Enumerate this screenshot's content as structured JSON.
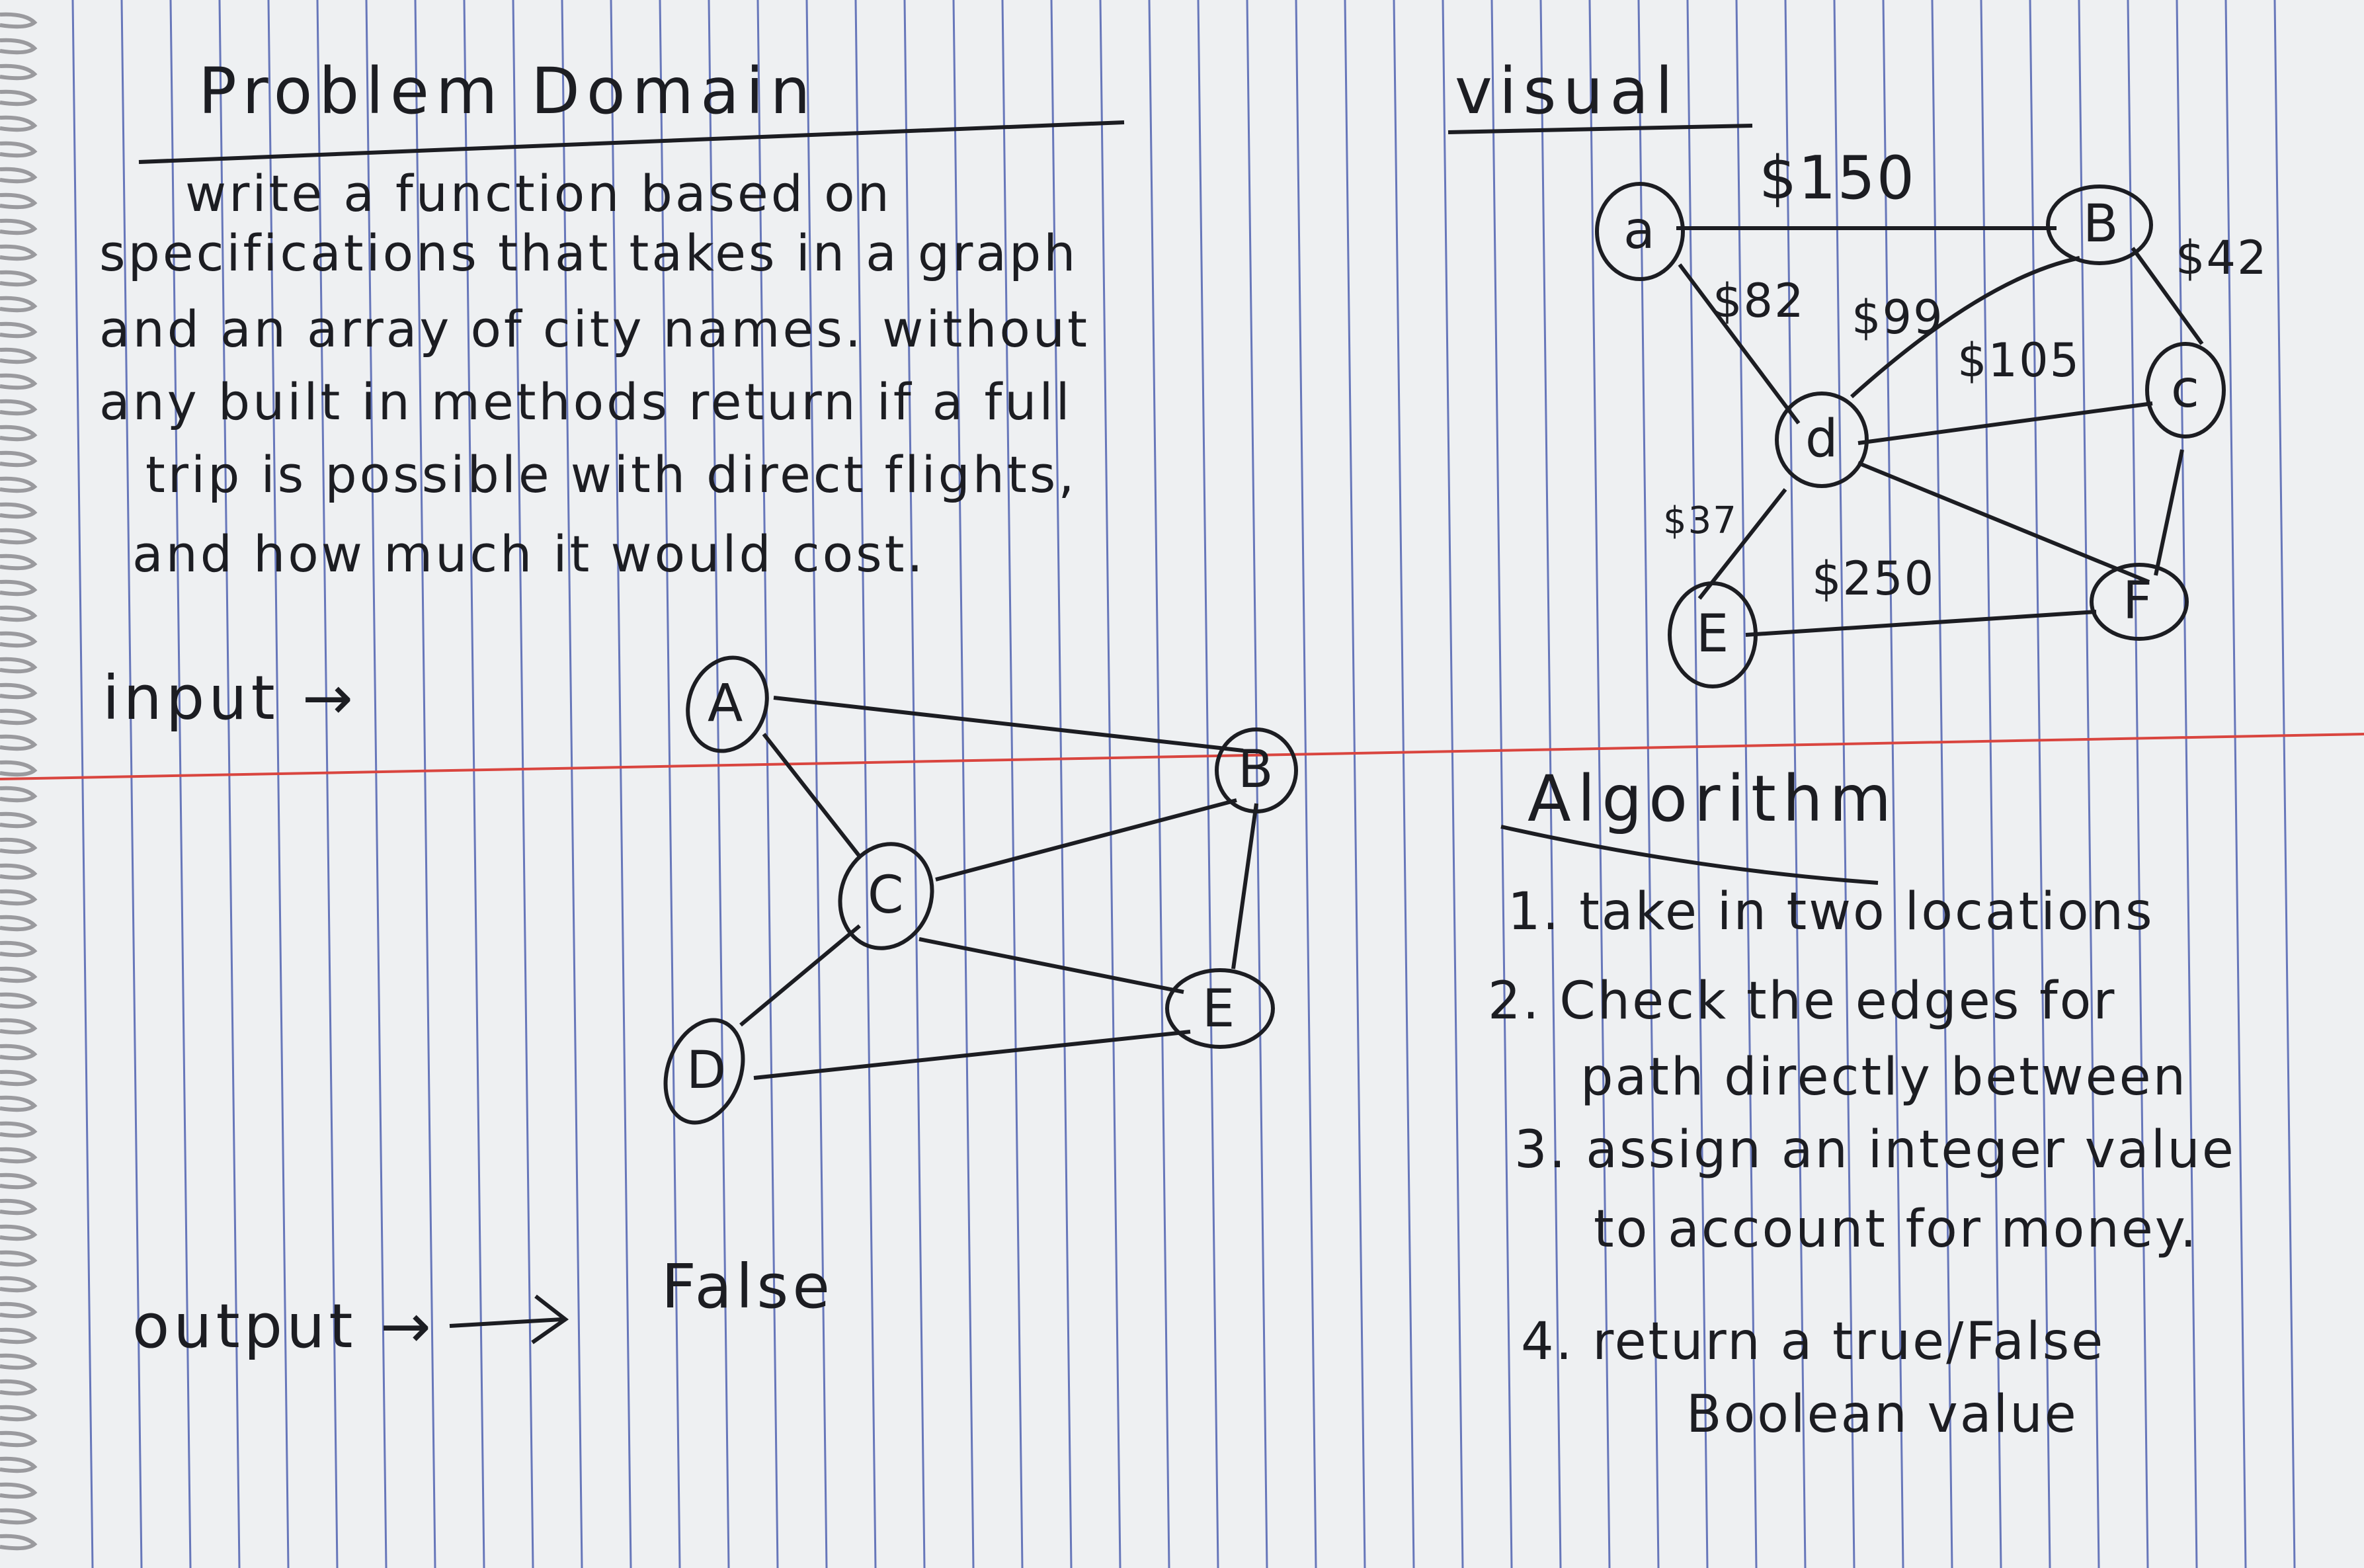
{
  "problem": {
    "heading": "Problem Domain",
    "lines": [
      "write a function based on",
      "specifications that takes in a graph",
      "and an array of city names. without",
      "any built in methods return if a full",
      "trip is possible with direct flights,",
      "and how much it would cost."
    ]
  },
  "input": {
    "label": "input →",
    "graph": {
      "nodes": [
        "A",
        "B",
        "C",
        "D",
        "E"
      ],
      "edges": [
        [
          "A",
          "B"
        ],
        [
          "A",
          "C"
        ],
        [
          "C",
          "B"
        ],
        [
          "C",
          "D"
        ],
        [
          "C",
          "E"
        ],
        [
          "B",
          "E"
        ],
        [
          "D",
          "E"
        ]
      ]
    }
  },
  "output": {
    "label": "output →",
    "value": "False"
  },
  "visual": {
    "heading": "visual",
    "nodes": [
      "a",
      "B",
      "c",
      "d",
      "E",
      "F"
    ],
    "prices": [
      "$150",
      "$82",
      "$99",
      "$105",
      "$42",
      "$37",
      "$250"
    ]
  },
  "algorithm": {
    "heading": "Algorithm",
    "steps": [
      "1. take in two locations",
      "2. Check the edges for",
      "path directly between",
      "3. assign an integer value",
      "to account for money.",
      "4. return a true/False",
      "Boolean value"
    ]
  },
  "colors": {
    "paper": "#eef0f2",
    "rule_lines": "#3b4fa8",
    "margin_line": "#d9453f",
    "ink": "#1c1d22",
    "spiral": "#9a9a9e"
  }
}
